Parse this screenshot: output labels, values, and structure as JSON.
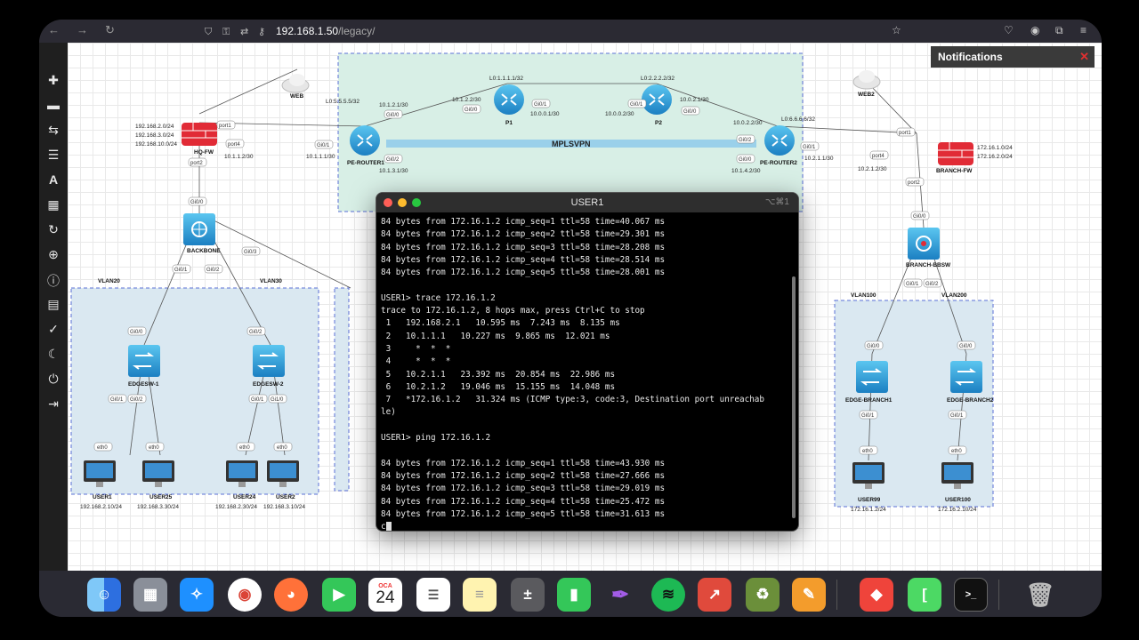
{
  "browser": {
    "url_host": "192.168.1.50",
    "url_path": "/legacy/"
  },
  "notifications": {
    "title": "Notifications"
  },
  "topology": {
    "vlans": [
      "VLAN20",
      "VLAN30",
      "VLAN100",
      "VLAN200"
    ],
    "mpls_label": "MPLSVPN",
    "nodes": {
      "web": "WEB",
      "web2": "WEB2",
      "hq_fw": "HQ-FW",
      "branch_fw": "BRANCH-FW",
      "backbone": "BACKBONE",
      "branch_bbsw": "BRANCH-BBSW",
      "edgesw1": "EDGESW-1",
      "edgesw2": "EDGESW-2",
      "edge_branch1": "EDGE-BRANCH1",
      "edge_branch2": "EDGE-BRANCH2",
      "pe_router1": "PE-ROUTER1",
      "pe_router2": "PE-ROUTER2",
      "p1": "P1",
      "p2": "P2",
      "user1": "USER1",
      "user25": "USER25",
      "user24": "USER24",
      "user2": "USER2",
      "user99": "USER99",
      "user100": "USER100"
    },
    "addresses": {
      "hq_nets": [
        "192.168.2.0/24",
        "192.168.3.0/24",
        "192.168.10.0/24"
      ],
      "branch_nets": [
        "172.16.1.0/24",
        "172.16.2.0/24"
      ],
      "hq_fw_link": "10.1.1.2/30",
      "pe1_link": "10.1.1.1/30",
      "pe1_lo": "L0:5.5.5.5/32",
      "pe1_p1": "10.1.2.1/30",
      "pe1_down": "10.1.3.1/30",
      "p1_lo": "L0:1.1.1.1/32",
      "p1_pe1": "10.1.2.2/30",
      "p1_p2": "10.0.0.1/30",
      "p2_p1": "10.0.0.2/30",
      "p2_lo": "L0:2.2.2.2/32",
      "p2_pe2": "10.0.2.1/30",
      "pe2_p2": "10.0.2.2/30",
      "pe2_lo": "L0:6.6.6.6/32",
      "pe2_down": "10.1.4.2/30",
      "pe2_link": "10.2.1.1/30",
      "branch_fw_link": "10.2.1.2/30",
      "user1_ip": "192.168.2.10/24",
      "user25_ip": "192.168.3.30/24",
      "user24_ip": "192.168.2.30/24",
      "user2_ip": "192.168.3.10/24",
      "user99_ip": "172.16.1.2/24",
      "user100_ip": "172.16.2.10/24"
    },
    "ports": {
      "port1": "port1",
      "port2": "port2",
      "port4": "port4",
      "gi00": "Gi0/0",
      "gi01": "Gi0/1",
      "gi02": "Gi0/2",
      "gi03": "Gi0/3",
      "gi10": "Gi1/0",
      "eth0": "eth0"
    }
  },
  "terminal": {
    "title": "USER1",
    "shortcut": "⌥⌘1",
    "lines": [
      "84 bytes from 172.16.1.2 icmp_seq=1 ttl=58 time=40.067 ms",
      "84 bytes from 172.16.1.2 icmp_seq=2 ttl=58 time=29.301 ms",
      "84 bytes from 172.16.1.2 icmp_seq=3 ttl=58 time=28.208 ms",
      "84 bytes from 172.16.1.2 icmp_seq=4 ttl=58 time=28.514 ms",
      "84 bytes from 172.16.1.2 icmp_seq=5 ttl=58 time=28.001 ms",
      "",
      "USER1> trace 172.16.1.2",
      "trace to 172.16.1.2, 8 hops max, press Ctrl+C to stop",
      " 1   192.168.2.1   10.595 ms  7.243 ms  8.135 ms",
      " 2   10.1.1.1   10.227 ms  9.865 ms  12.021 ms",
      " 3     *  *  *",
      " 4     *  *  *",
      " 5   10.2.1.1   23.392 ms  20.854 ms  22.986 ms",
      " 6   10.2.1.2   19.046 ms  15.155 ms  14.048 ms",
      " 7   *172.16.1.2   31.324 ms (ICMP type:3, code:3, Destination port unreachab",
      "le)",
      "",
      "USER1> ping 172.16.1.2",
      "",
      "84 bytes from 172.16.1.2 icmp_seq=1 ttl=58 time=43.930 ms",
      "84 bytes from 172.16.1.2 icmp_seq=2 ttl=58 time=27.666 ms",
      "84 bytes from 172.16.1.2 icmp_seq=3 ttl=58 time=29.019 ms",
      "84 bytes from 172.16.1.2 icmp_seq=4 ttl=58 time=25.472 ms",
      "84 bytes from 172.16.1.2 icmp_seq=5 ttl=58 time=31.613 ms"
    ],
    "prompt_tail": "c"
  },
  "dock": {
    "calendar_month": "OCA",
    "calendar_day": "24",
    "apps": [
      "finder-icon",
      "launchpad-icon",
      "safari-icon",
      "chrome-icon",
      "firefox-icon",
      "facetime-icon",
      "calendar-icon",
      "reminders-icon",
      "notes-icon",
      "calculator-icon",
      "numbers-icon",
      "feather-icon",
      "spotify-icon",
      "presentation-icon",
      "recycle-icon",
      "pages-icon",
      "anydesk-icon",
      "terminal-green-icon",
      "terminal-icon",
      "trash-icon"
    ]
  }
}
